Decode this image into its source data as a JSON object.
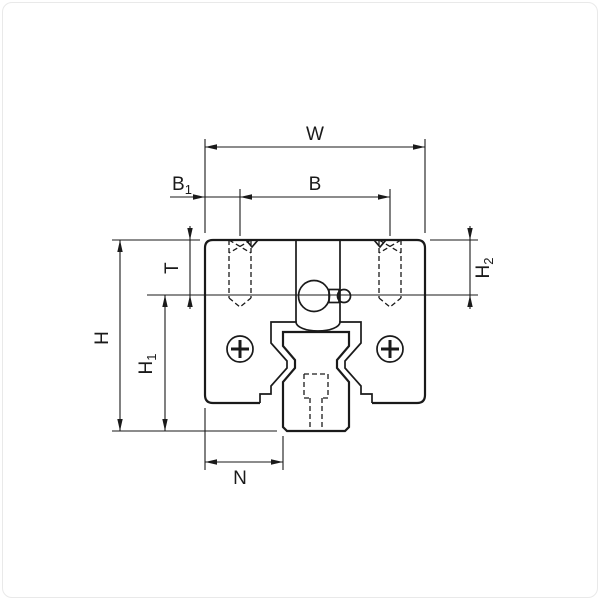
{
  "drawing": {
    "background": "#ffffff",
    "line_color": "#1a1a1a",
    "dimension_labels": {
      "W": {
        "base": "W",
        "sub": ""
      },
      "B": {
        "base": "B",
        "sub": ""
      },
      "B1": {
        "base": "B",
        "sub": "1"
      },
      "T": {
        "base": "T",
        "sub": ""
      },
      "H": {
        "base": "H",
        "sub": ""
      },
      "H1": {
        "base": "H",
        "sub": "1"
      },
      "H2": {
        "base": "H",
        "sub": "2"
      },
      "N": {
        "base": "N",
        "sub": ""
      }
    }
  }
}
